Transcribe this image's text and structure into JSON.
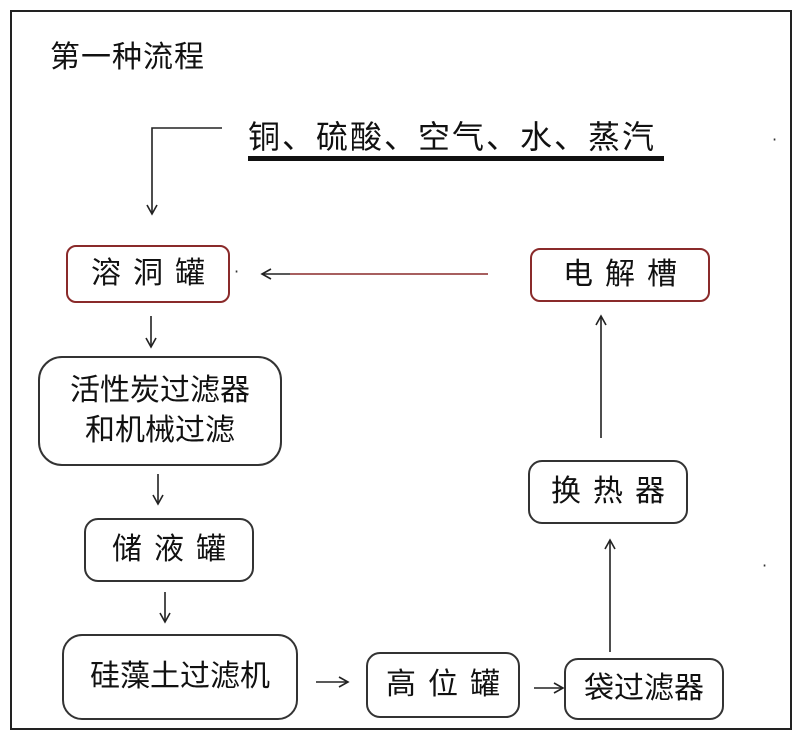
{
  "title": "第一种流程",
  "materials": "铜、硫酸、空气、水、蒸汽",
  "nodes": {
    "dissolve_tank": "溶洞罐",
    "electrolysis_cell": "电解槽",
    "carbon_filter": "活性炭过滤器",
    "mechanical_filter": "和机械过滤",
    "storage_tank": "储液罐",
    "heat_exchanger": "换热器",
    "diatomite_filter": "硅藻土过滤机",
    "head_tank": "高位罐",
    "bag_filter": "袋过滤器"
  },
  "colors": {
    "accent_red": "#8a2a2a",
    "stroke": "#222222"
  }
}
